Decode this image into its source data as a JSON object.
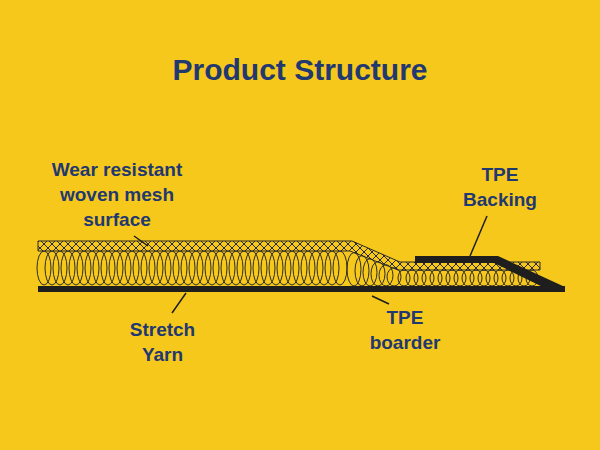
{
  "diagram": {
    "title": "Product Structure",
    "labels": [
      "Wear resistant woven mesh surface",
      "TPE Backing",
      "Stretch Yarn",
      "TPE boarder"
    ]
  }
}
